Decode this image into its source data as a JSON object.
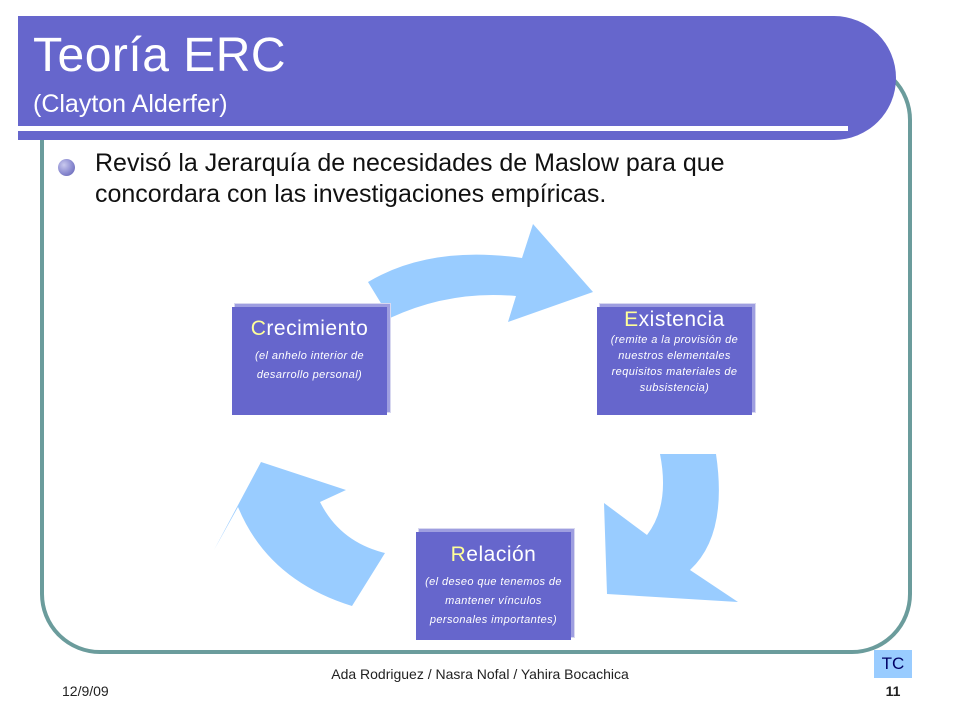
{
  "slide": {
    "title": "Teoría ERC",
    "subtitle": "(Clayton Alderfer)",
    "bullet": "Revisó la Jerarquía de necesidades de Maslow para que concordara con las investigaciones empíricas."
  },
  "cycle": {
    "nodes": [
      {
        "id": "crecimiento",
        "initial": "C",
        "rest": "recimiento",
        "desc": "(el anhelo interior de desarrollo personal)"
      },
      {
        "id": "existencia",
        "initial": "E",
        "rest": "xistencia",
        "desc": "(remite a la provisión de nuestros elementales requisitos materiales de subsistencia)"
      },
      {
        "id": "relacion",
        "initial": "R",
        "rest": "elación",
        "desc": "(el deseo que tenemos de mantener vínculos personales importantes)"
      }
    ],
    "arrow_color": "#99ccff",
    "node_color": "#6666cc"
  },
  "footer": {
    "date": "12/9/09",
    "authors": "Ada Rodriguez / Nasra Nofal / Yahira Bocachica",
    "badge": "TC",
    "page": "11"
  },
  "colors": {
    "title_band": "#6666cc",
    "frame_border": "#6b9c9c",
    "badge_bg": "#99ccff"
  }
}
